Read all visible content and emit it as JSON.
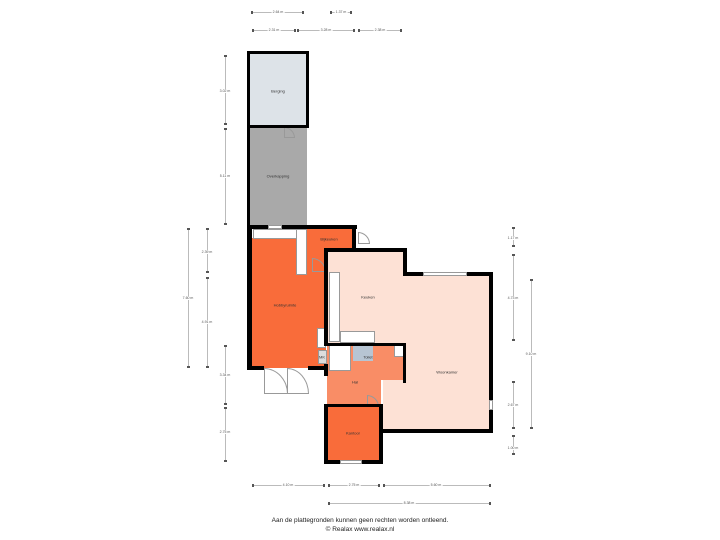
{
  "rooms": {
    "berging": "Berging",
    "overkapping": "Overkapping",
    "bijkeuken": "Bijkeuken",
    "hobbyruimte": "Hobbyruimte",
    "keuken": "Keuken",
    "toilet": "Toilet",
    "meterkast": "MK",
    "hal": "Hal",
    "kantoor": "Kantoor",
    "woonkamer": "Woonkamer"
  },
  "colors": {
    "orange": "#f96c3a",
    "light_orange": "#f98d66",
    "peach": "#fde1d5",
    "berging": "#dde3e8",
    "overkapping": "#a9a9a9",
    "toilet": "#b7c5d3"
  },
  "dimensions": {
    "top": [
      "2.64 m",
      "1.37 m",
      "2.31 m",
      "3.28 m",
      "2.38 m"
    ],
    "left": [
      "3.02 m",
      "5.11 m",
      "2.39 m",
      "7.60 m",
      "4.91 m",
      "3.34 m",
      "2.75 m"
    ],
    "right": [
      "1.17 m",
      "4.73 m",
      "9.10 m",
      "2.67 m",
      "1.00 m"
    ],
    "bottom": [
      "4.10 m",
      "2.75 m",
      "5.60 m",
      "8.38 m"
    ]
  },
  "footer": {
    "disclaimer": "Aan de plattegronden kunnen geen rechten worden ontleend.",
    "copyright": "© Realax www.realax.nl"
  }
}
